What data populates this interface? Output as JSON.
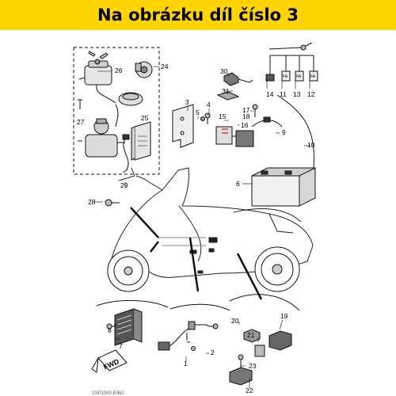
{
  "banner": {
    "title": "Na obrázku díl číslo 3",
    "color": "#ffd400"
  },
  "diagram": {
    "callouts": {
      "n1": "1",
      "n2": "2",
      "n3": "3",
      "n4": "4",
      "n5": "5",
      "n6": "6",
      "n7": "7",
      "n8": "8",
      "n9": "9",
      "n10": "10",
      "n11": "11",
      "n12": "12",
      "n13": "13",
      "n14": "14",
      "n15": "15",
      "n16": "16",
      "n17": "17",
      "n18": "18",
      "n19": "19",
      "n20": "20",
      "n21": "21",
      "n22": "22",
      "n23": "23",
      "n24": "24",
      "n25": "25",
      "n26": "26",
      "n27": "27",
      "n28": "28",
      "n29": "29",
      "n30": "30",
      "n31": "31"
    },
    "direction_label": "FWD",
    "fuse_label": "FA",
    "footer_ref": "1SP1000-E062"
  }
}
